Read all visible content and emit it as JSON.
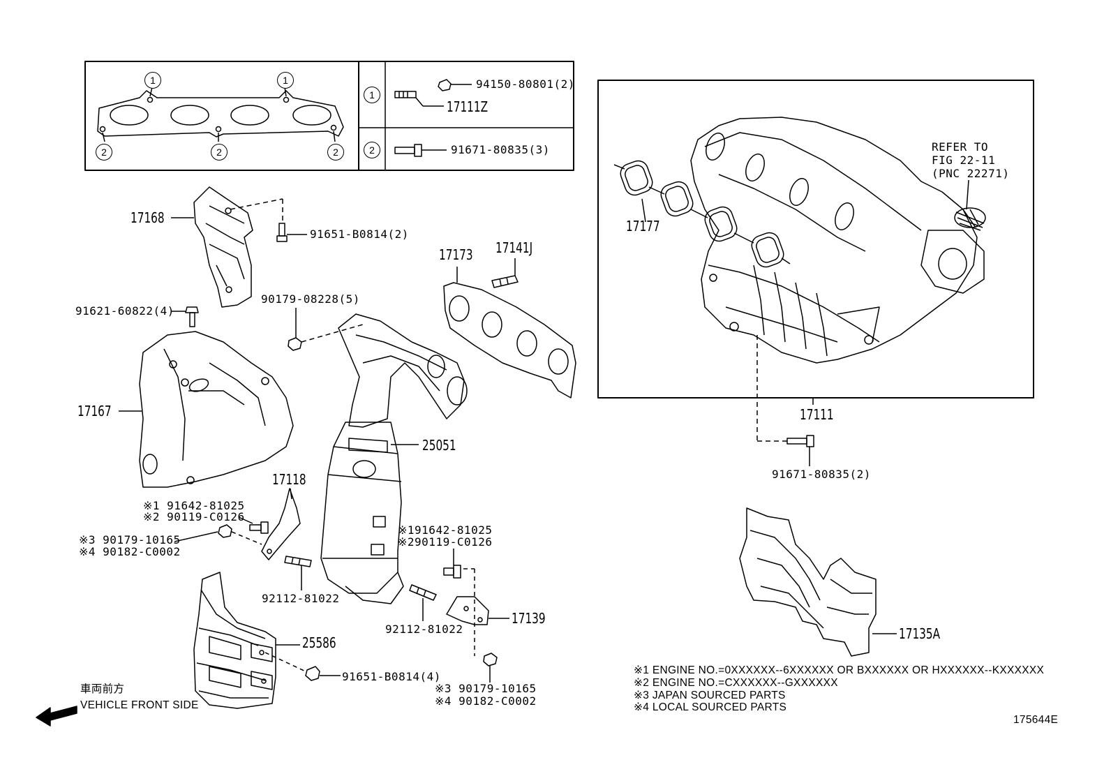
{
  "legend_table": {
    "row1": {
      "mark": "1",
      "parts": [
        "94150-80801(2)",
        "17111Z"
      ]
    },
    "row2": {
      "mark": "2",
      "parts": [
        "91671-80835(3)"
      ]
    },
    "gasket_marks": [
      "1",
      "1",
      "2",
      "2",
      "2"
    ]
  },
  "intake_box": {
    "refer_note": [
      "REFER TO",
      "FIG 22-11",
      "(PNC 22271)"
    ],
    "labels": [
      "17177",
      "17111"
    ]
  },
  "labels": {
    "p17168": "17168",
    "p91651_top": "91651-B0814(2)",
    "p17173": "17173",
    "p17141J": "17141J",
    "p90179_08228": "90179-08228(5)",
    "p91621": "91621-60822(4)",
    "p17167": "17167",
    "p25051": "25051",
    "p17118": "17118",
    "p91642_left_a": "※1 91642-81025",
    "p90119_left_b": "※2 90119-C0126",
    "p90179_left_a": "※3 90179-10165",
    "p90182_left_b": "※4 90182-C0002",
    "p91642_right_a": "※191642-81025",
    "p90119_right_b": "※290119-C0126",
    "p92112_left": "92112-81022",
    "p92112_right": "92112-81022",
    "p17139": "17139",
    "p25586": "25586",
    "p91651_bottom": "91651-B0814(4)",
    "p90179_right_a": "※3 90179-10165",
    "p90182_right_b": "※4 90182-C0002",
    "p91671_bottom": "91671-80835(2)",
    "p17135A": "17135A"
  },
  "front_side": {
    "jp": "車両前方",
    "en": "VEHICLE FRONT SIDE"
  },
  "notes": [
    "※1 ENGINE NO.=0XXXXXX--6XXXXXX OR BXXXXXX OR HXXXXXX--KXXXXXX",
    "※2 ENGINE NO.=CXXXXXX--GXXXXXX",
    "※3 JAPAN SOURCED PARTS",
    "※4 LOCAL SOURCED PARTS"
  ],
  "figure_id": "175644E"
}
